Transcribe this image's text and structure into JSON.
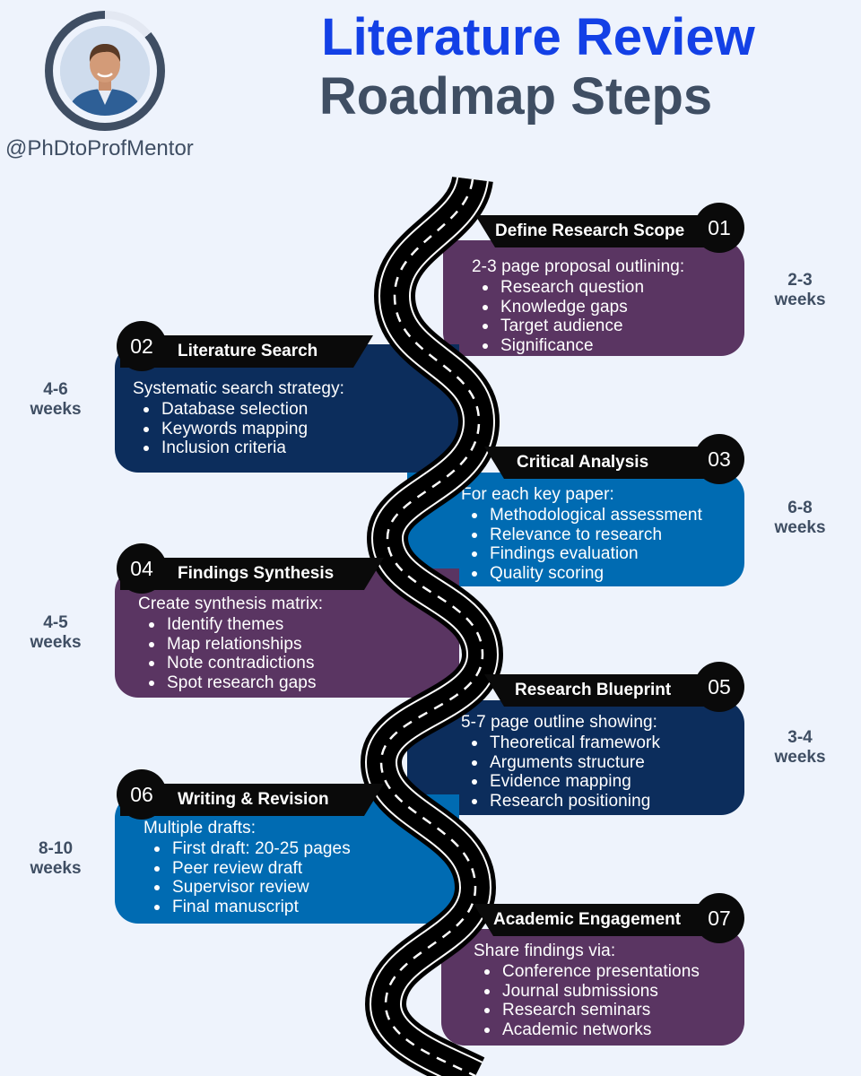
{
  "header": {
    "title_line1": "Literature Review",
    "title_line2": "Roadmap Steps",
    "handle": "@PhDtoProfMentor"
  },
  "colors": {
    "title_blue": "#1340e6",
    "slate": "#3f4e63",
    "purple": "#5a3562",
    "navy": "#0c2d5c",
    "blue": "#006bb2",
    "black": "#0a0a0a",
    "background": "#eef3fc"
  },
  "steps": [
    {
      "number": "01",
      "title": "Define Research Scope",
      "lead": "2-3 page proposal outlining:",
      "bullets": [
        "Research question",
        "Knowledge gaps",
        "Target audience",
        "Significance"
      ],
      "duration": "2-3",
      "unit": "weeks",
      "color": "purple"
    },
    {
      "number": "02",
      "title": "Literature Search",
      "lead": "Systematic search strategy:",
      "bullets": [
        "Database selection",
        "Keywords mapping",
        "Inclusion criteria"
      ],
      "duration": "4-6",
      "unit": "weeks",
      "color": "navy"
    },
    {
      "number": "03",
      "title": "Critical Analysis",
      "lead": "For each key paper:",
      "bullets": [
        "Methodological assessment",
        "Relevance to research",
        "Findings evaluation",
        "Quality scoring"
      ],
      "duration": "6-8",
      "unit": "weeks",
      "color": "blue"
    },
    {
      "number": "04",
      "title": "Findings Synthesis",
      "lead": "Create synthesis matrix:",
      "bullets": [
        "Identify themes",
        "Map relationships",
        "Note contradictions",
        "Spot research gaps"
      ],
      "duration": "4-5",
      "unit": "weeks",
      "color": "purple"
    },
    {
      "number": "05",
      "title": "Research Blueprint",
      "lead": "5-7 page outline showing:",
      "bullets": [
        "Theoretical framework",
        "Arguments structure",
        "Evidence mapping",
        "Research positioning"
      ],
      "duration": "3-4",
      "unit": "weeks",
      "color": "navy"
    },
    {
      "number": "06",
      "title": "Writing & Revision",
      "lead": "Multiple drafts:",
      "bullets": [
        "First draft: 20-25 pages",
        "Peer review draft",
        "Supervisor review",
        "Final manuscript"
      ],
      "duration": "8-10",
      "unit": "weeks",
      "color": "blue"
    },
    {
      "number": "07",
      "title": "Academic Engagement",
      "lead": "Share findings via:",
      "bullets": [
        "Conference presentations",
        "Journal submissions",
        "Research seminars",
        "Academic networks"
      ],
      "duration": "",
      "unit": "",
      "color": "purple"
    }
  ]
}
